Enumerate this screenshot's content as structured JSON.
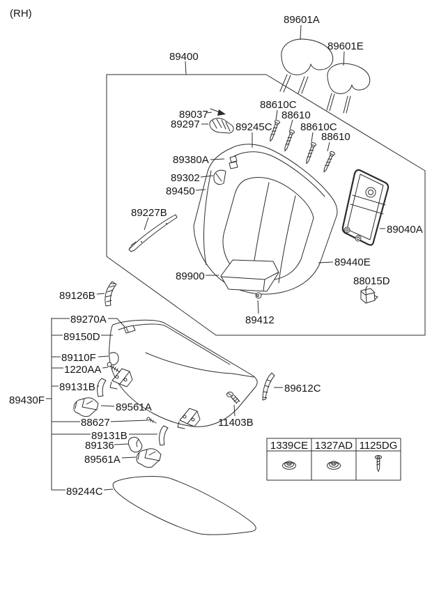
{
  "page": {
    "corner_tag": "(RH)"
  },
  "colors": {
    "line": "#2b2b2b",
    "text": "#141414",
    "background": "#ffffff"
  },
  "labels": {
    "back_assembly": "89400",
    "headrest_main": "89601A",
    "headrest_side": "89601E",
    "l89037": "89037",
    "l89297": "89297",
    "l88610c_1": "88610C",
    "l88610_1": "88610",
    "l89245c": "89245C",
    "l88610c_2": "88610C",
    "l88610_2": "88610",
    "l89380a": "89380A",
    "l89302": "89302",
    "l89450": "89450",
    "l89227b": "89227B",
    "l89040a": "89040A",
    "l89440e": "89440E",
    "l89900": "89900",
    "l88015d": "88015D",
    "l89412": "89412",
    "l89126b": "89126B",
    "l89270a": "89270A",
    "l89150d": "89150D",
    "l89110f": "89110F",
    "l1220aa": "1220AA",
    "l89131b_1": "89131B",
    "l89430f": "89430F",
    "l89561a_1": "89561A",
    "l88627": "88627",
    "l89131b_2": "89131B",
    "l89136": "89136",
    "l89561a_2": "89561A",
    "l89244c": "89244C",
    "l89612c": "89612C",
    "l11403b": "11403B"
  },
  "fastener_table": {
    "columns": [
      "1339CE",
      "1327AD",
      "1125DG"
    ]
  }
}
